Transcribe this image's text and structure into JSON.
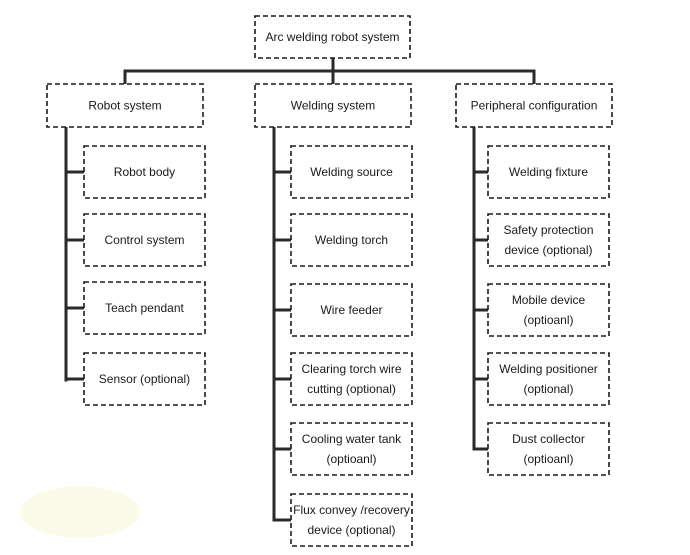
{
  "root": {
    "lines": [
      "Arc welding robot system"
    ]
  },
  "branches": [
    {
      "id": "robot",
      "lines": [
        "Robot system"
      ],
      "children": [
        {
          "lines": [
            "Robot body"
          ]
        },
        {
          "lines": [
            "Control system"
          ]
        },
        {
          "lines": [
            "Teach pendant"
          ]
        },
        {
          "lines": [
            "Sensor (optional)"
          ]
        }
      ]
    },
    {
      "id": "welding",
      "lines": [
        "Welding system"
      ],
      "children": [
        {
          "lines": [
            "Welding source"
          ]
        },
        {
          "lines": [
            "Welding torch"
          ]
        },
        {
          "lines": [
            "Wire feeder"
          ]
        },
        {
          "lines": [
            "Clearing torch wire",
            "cutting (optional)"
          ]
        },
        {
          "lines": [
            "Cooling water tank",
            "(optioanl)"
          ]
        },
        {
          "lines": [
            "Flux convey /recovery",
            "device (optional)"
          ]
        }
      ]
    },
    {
      "id": "peripheral",
      "lines": [
        "Peripheral configuration"
      ],
      "children": [
        {
          "lines": [
            "Welding fixture"
          ]
        },
        {
          "lines": [
            "Safety protection",
            "device (optional)"
          ]
        },
        {
          "lines": [
            "Mobile device",
            "(optioanl)"
          ]
        },
        {
          "lines": [
            "Welding positioner",
            "(optional)"
          ]
        },
        {
          "lines": [
            "Dust collector",
            "(optioanl)"
          ]
        }
      ]
    }
  ]
}
